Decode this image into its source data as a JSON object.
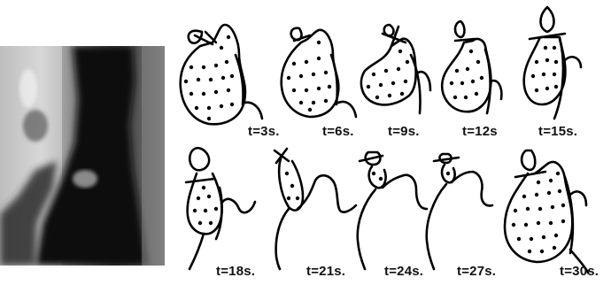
{
  "figure": {
    "frames": [
      {
        "label": "t=3s."
      },
      {
        "label": "t=6s."
      },
      {
        "label": "t=9s."
      },
      {
        "label": "t=12s"
      },
      {
        "label": "t=15s."
      },
      {
        "label": "t=18s."
      },
      {
        "label": "t=21s."
      },
      {
        "label": "t=24s."
      },
      {
        "label": "t=27s."
      },
      {
        "label": "t=30s."
      }
    ]
  }
}
